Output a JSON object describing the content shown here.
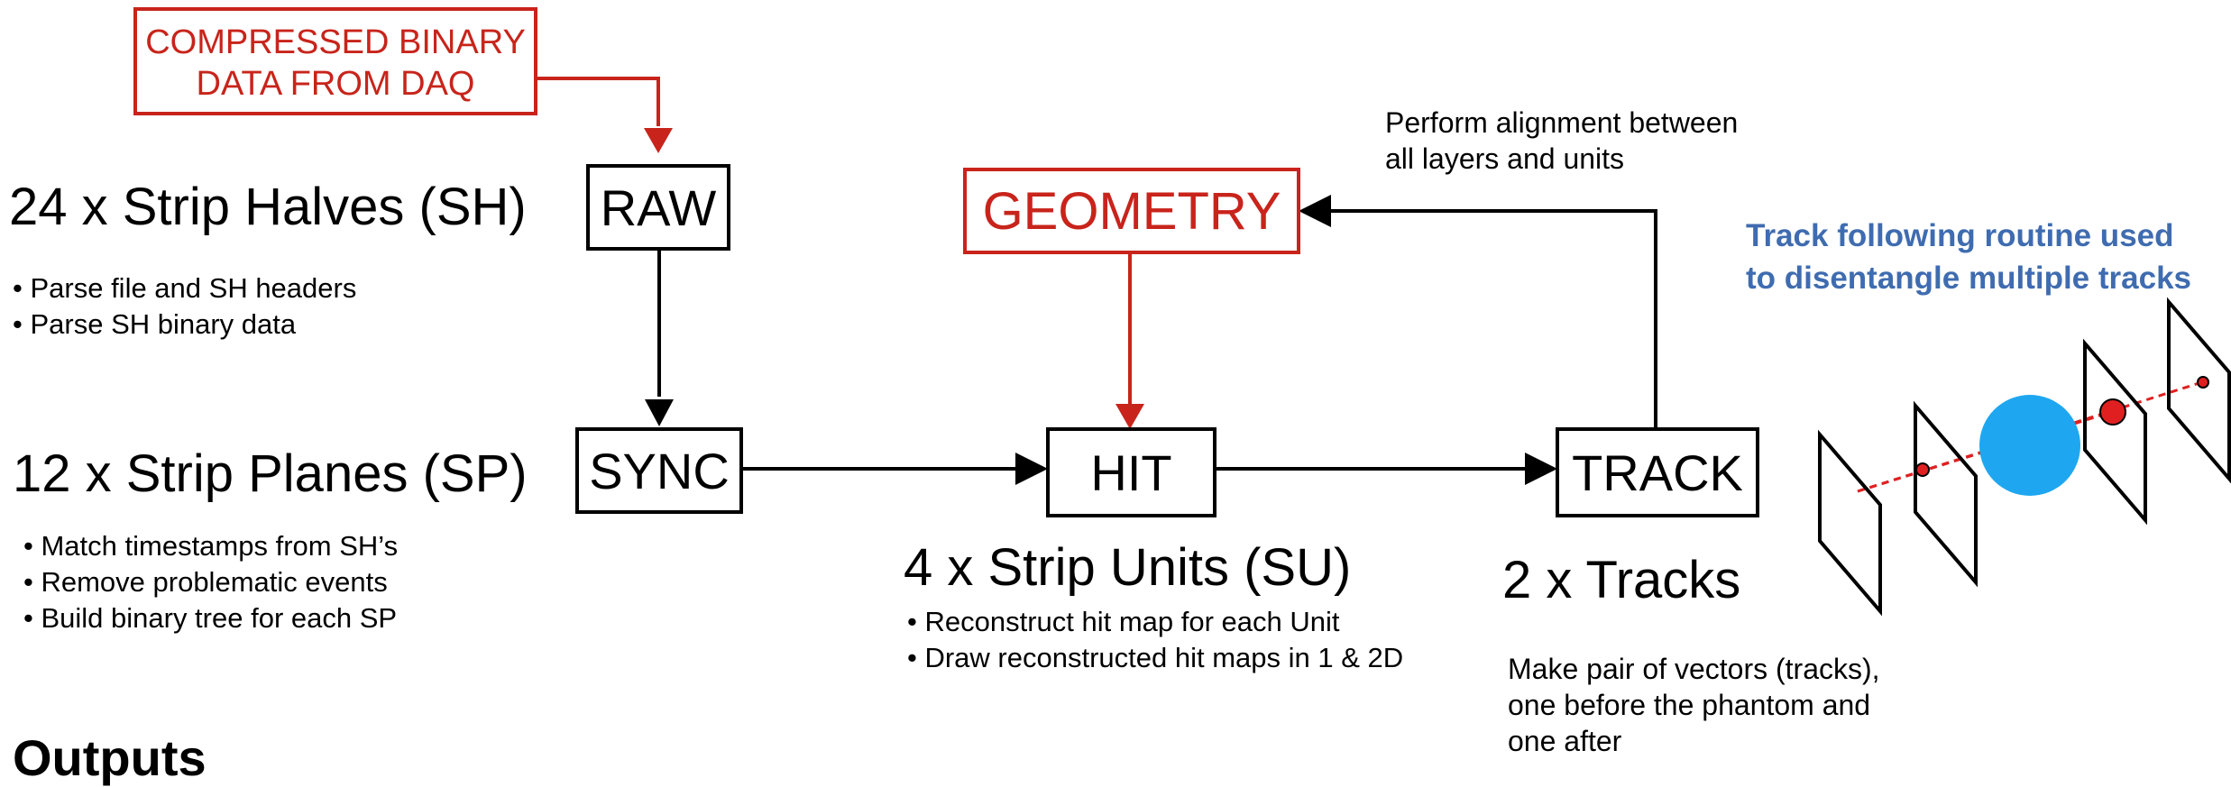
{
  "source": {
    "line1": "COMPRESSED BINARY",
    "line2": "DATA FROM DAQ"
  },
  "boxes": {
    "raw": "RAW",
    "sync": "SYNC",
    "hit": "HIT",
    "track": "TRACK",
    "geometry": "GEOMETRY"
  },
  "strip_halves": {
    "heading": "24 x Strip Halves (SH)",
    "bullets": [
      "Parse file and SH headers",
      "Parse SH binary data"
    ]
  },
  "strip_planes": {
    "heading": "12 x Strip Planes (SP)",
    "bullets": [
      "Match timestamps from SH’s",
      "Remove problematic events",
      "Build binary tree for each SP"
    ]
  },
  "strip_units": {
    "heading": "4 x Strip Units (SU)",
    "bullets": [
      "Reconstruct hit map for each Unit",
      "Draw reconstructed hit maps in 1 & 2D"
    ]
  },
  "tracks": {
    "heading": "2 x Tracks",
    "note": [
      "Make pair of vectors (tracks),",
      "one before the phantom and",
      "one after"
    ]
  },
  "alignment_note": [
    "Perform alignment between",
    "all layers and units"
  ],
  "tracking_note": [
    "Track following routine used",
    "to disentangle multiple tracks"
  ],
  "outputs_heading": "Outputs",
  "colors": {
    "accent_red": "#c8241b",
    "note_blue": "#3f6cb0",
    "phantom_blue": "#1ea7f0"
  }
}
